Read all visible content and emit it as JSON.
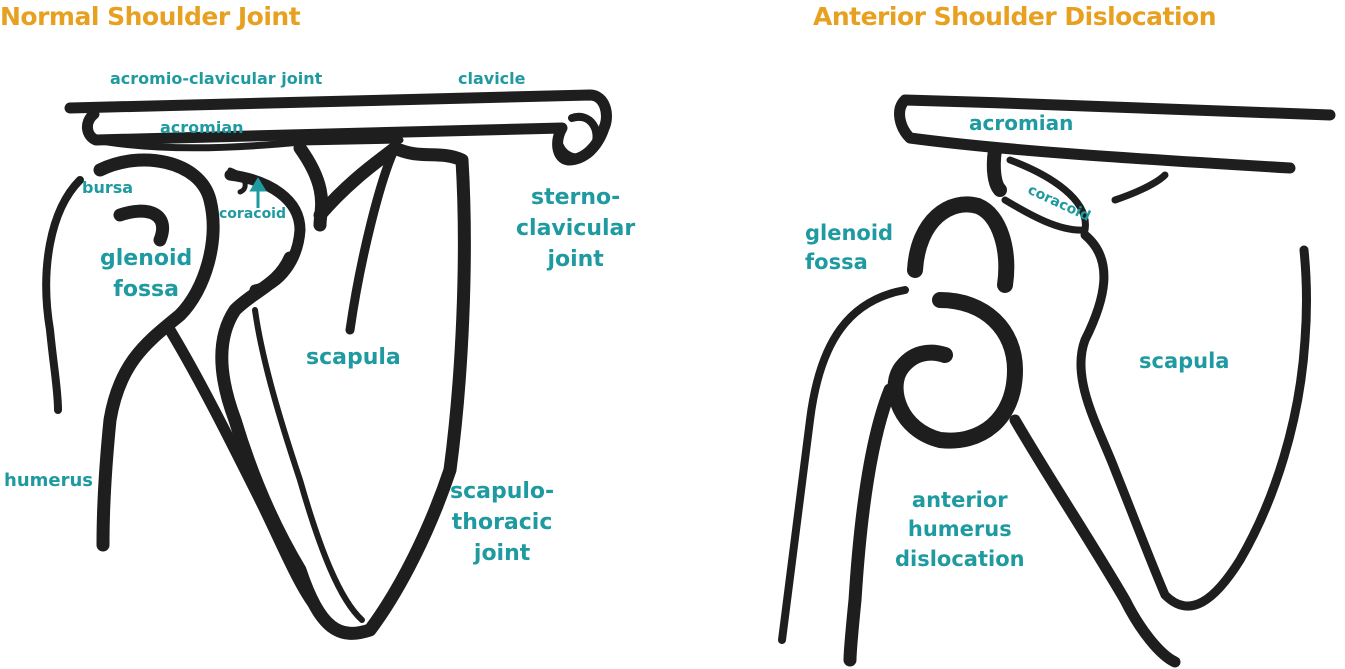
{
  "colors": {
    "title": "#E8A020",
    "label": "#1E9AA0",
    "bone": "#1e1e1e"
  },
  "normal": {
    "title": "Normal Shoulder Joint",
    "labels": {
      "acromio_clavicular_joint": "acromio-clavicular joint",
      "clavicle": "clavicle",
      "acromian": "acromian",
      "bursa": "bursa",
      "coracoid": "coracoid",
      "glenoid": "glenoid",
      "fossa": "fossa",
      "sterno": "sterno-",
      "clavicular": "clavicular",
      "joint_sc": "joint",
      "scapula": "scapula",
      "humerus": "humerus",
      "scapulo": "scapulo-",
      "thoracic": "thoracic",
      "joint_st": "joint"
    }
  },
  "dislocation": {
    "title": "Anterior Shoulder Dislocation",
    "labels": {
      "acromian": "acromian",
      "coracoid": "coracoid",
      "glenoid": "glenoid",
      "fossa": "fossa",
      "scapula": "scapula",
      "anterior": "anterior",
      "humerus": "humerus",
      "dislocation": "dislocation"
    }
  }
}
